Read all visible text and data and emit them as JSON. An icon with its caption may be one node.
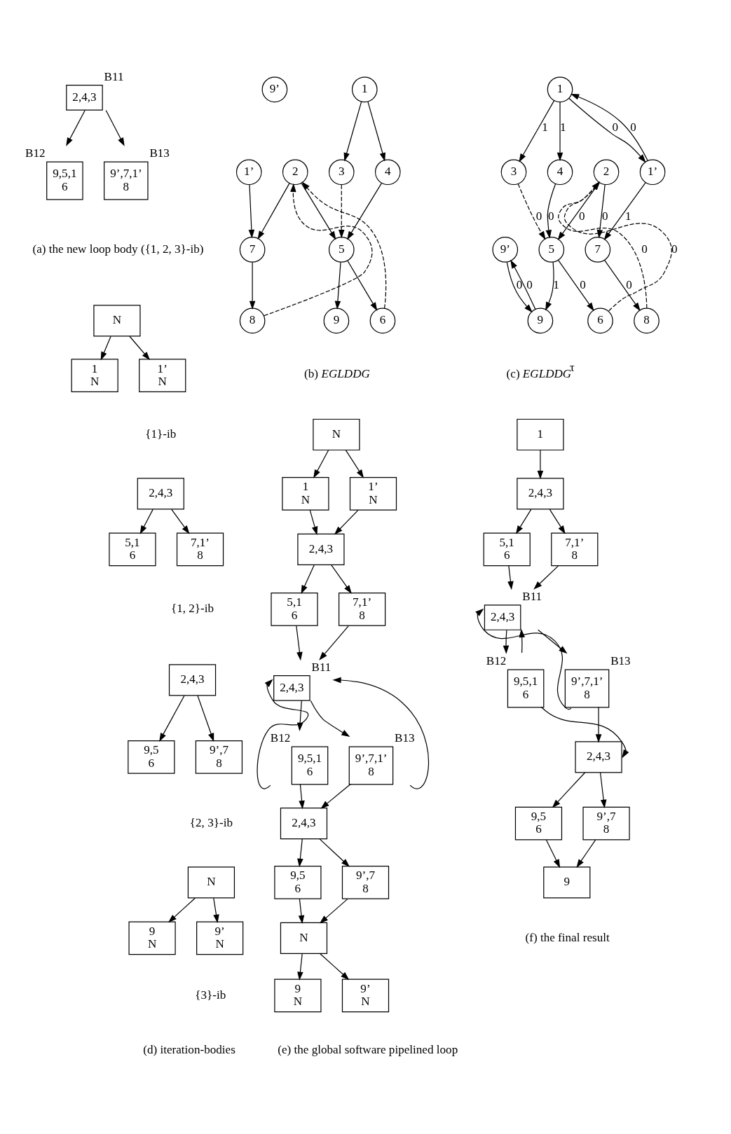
{
  "diagram": {
    "nodes": [
      {
        "text": [
          "2,4,3"
        ],
        "beside": [
          "B11"
        ]
      },
      {
        "text": [
          "9,5,1",
          "6"
        ],
        "beside": [
          "B12"
        ]
      },
      {
        "text": [
          "9’,7,1’",
          "8"
        ],
        "beside": [
          "B13"
        ]
      },
      {
        "text": [
          "N"
        ]
      },
      {
        "text": [
          "1",
          "N"
        ]
      },
      {
        "text": [
          "1’",
          "N"
        ]
      },
      {
        "text": [
          "2,4,3"
        ]
      },
      {
        "text": [
          "5,1",
          "6"
        ]
      },
      {
        "text": [
          "7,1’",
          "8"
        ]
      },
      {
        "text": [
          "2,4,3"
        ]
      },
      {
        "text": [
          "9,5",
          "6"
        ]
      },
      {
        "text": [
          "9’,7",
          "8"
        ]
      },
      {
        "text": [
          "N"
        ]
      },
      {
        "text": [
          "9",
          "N"
        ]
      },
      {
        "text": [
          "9’",
          "N"
        ]
      },
      {
        "text": [
          "1"
        ]
      },
      {
        "text": [
          "1’"
        ]
      },
      {
        "text": [
          "3"
        ]
      },
      {
        "text": [
          "2"
        ]
      },
      {
        "text": [
          "4"
        ]
      },
      {
        "text": [
          "7"
        ]
      },
      {
        "text": [
          "5"
        ]
      },
      {
        "text": [
          "9’"
        ]
      },
      {
        "text": [
          "8"
        ]
      },
      {
        "text": [
          "6"
        ]
      },
      {
        "text": [
          "9"
        ]
      },
      {
        "text": [
          "1"
        ]
      },
      {
        "text": [
          "1’"
        ]
      },
      {
        "text": [
          "3"
        ]
      },
      {
        "text": [
          "2"
        ]
      },
      {
        "text": [
          "4"
        ]
      },
      {
        "text": [
          "7"
        ]
      },
      {
        "text": [
          "5"
        ]
      },
      {
        "text": [
          "9’"
        ]
      },
      {
        "text": [
          "8"
        ]
      },
      {
        "text": [
          "6"
        ]
      },
      {
        "text": [
          "9"
        ]
      },
      {
        "text": [
          "N"
        ]
      },
      {
        "text": [
          "1",
          "N"
        ]
      },
      {
        "text": [
          "1’",
          "N"
        ]
      },
      {
        "text": [
          "2,4,3"
        ]
      },
      {
        "text": [
          "5,1",
          "6"
        ]
      },
      {
        "text": [
          "7,1’",
          "8"
        ]
      },
      {
        "text": [
          "2,4,3"
        ],
        "beside": [
          "B11"
        ]
      },
      {
        "text": [
          "9,5,1",
          "6"
        ],
        "beside": [
          "B12"
        ]
      },
      {
        "text": [
          "9’,7,1’",
          "8"
        ],
        "beside": [
          "B13"
        ]
      },
      {
        "text": [
          "2,4,3"
        ]
      },
      {
        "text": [
          "9,5",
          "6"
        ]
      },
      {
        "text": [
          "9’,7",
          "8"
        ]
      },
      {
        "text": [
          "N"
        ]
      },
      {
        "text": [
          "9",
          "N"
        ]
      },
      {
        "text": [
          "9’",
          "N"
        ]
      },
      {
        "text": [
          "1"
        ]
      },
      {
        "text": [
          "2,4,3"
        ]
      },
      {
        "text": [
          "5,1",
          "6"
        ]
      },
      {
        "text": [
          "7,1’",
          "8"
        ]
      },
      {
        "text": [
          "2,4,3"
        ],
        "beside": [
          "B11"
        ]
      },
      {
        "text": [
          "9,5,1",
          "6"
        ],
        "beside": [
          "B12"
        ]
      },
      {
        "text": [
          "9’,7,1’",
          "8"
        ],
        "beside": [
          "B13"
        ]
      },
      {
        "text": [
          "2,4,3"
        ]
      },
      {
        "text": [
          "9,5",
          "6"
        ]
      },
      {
        "text": [
          "9’,7",
          "8"
        ]
      },
      {
        "text": [
          "9"
        ]
      }
    ],
    "edges": [
      {
        "from": 0,
        "to": 1,
        "arrow": "to"
      },
      {
        "from": 0,
        "to": 2,
        "arrow": "to"
      },
      {
        "from": 3,
        "to": 4,
        "arrow": "to"
      },
      {
        "from": 3,
        "to": 5,
        "arrow": "to"
      },
      {
        "from": 6,
        "to": 7,
        "arrow": "to"
      },
      {
        "from": 6,
        "to": 8,
        "arrow": "to"
      },
      {
        "from": 9,
        "to": 10,
        "arrow": "to"
      },
      {
        "from": 9,
        "to": 11,
        "arrow": "to"
      },
      {
        "from": 12,
        "to": 13,
        "arrow": "to"
      },
      {
        "from": 12,
        "to": 14,
        "arrow": "to"
      },
      {
        "from": 15,
        "to": 17,
        "arrow": "to"
      },
      {
        "from": 15,
        "to": 19,
        "arrow": "to"
      },
      {
        "from": 16,
        "to": 20,
        "arrow": "to"
      },
      {
        "from": 17,
        "to": 21,
        "arrow": "to",
        "style": "dashed"
      },
      {
        "from": 18,
        "to": 21,
        "arrow": "to"
      },
      {
        "from": 18,
        "to": 20,
        "arrow": "to"
      },
      {
        "from": 23,
        "to": 18,
        "arrow": "to",
        "style": "dashed"
      },
      {
        "from": 24,
        "to": 18,
        "arrow": "to",
        "style": "dashed"
      },
      {
        "from": 19,
        "to": 21,
        "arrow": "to"
      },
      {
        "from": 21,
        "to": 24,
        "arrow": "to"
      },
      {
        "from": 21,
        "to": 25,
        "arrow": "to"
      },
      {
        "from": 20,
        "to": 23,
        "arrow": "to"
      },
      {
        "from": 26,
        "to": 27,
        "arrow": "to",
        "label": "0"
      },
      {
        "from": 27,
        "to": 26,
        "arrow": "to",
        "label": "0"
      },
      {
        "from": 26,
        "to": 28,
        "arrow": "to",
        "label": "1"
      },
      {
        "from": 26,
        "to": 30,
        "arrow": "to",
        "label": "1"
      },
      {
        "from": 27,
        "to": 31,
        "arrow": "to",
        "label": "1"
      },
      {
        "from": 28,
        "to": 32,
        "arrow": "to",
        "label": "0",
        "style": "dashed"
      },
      {
        "from": 29,
        "to": 32,
        "arrow": "to",
        "label": "0"
      },
      {
        "from": 29,
        "to": 31,
        "arrow": "to",
        "label": "0"
      },
      {
        "from": 35,
        "to": 29,
        "arrow": "to",
        "label": "0",
        "style": "dashed"
      },
      {
        "from": 34,
        "to": 29,
        "arrow": "to",
        "label": "0",
        "style": "dashed"
      },
      {
        "from": 30,
        "to": 32,
        "arrow": "to",
        "label": "0"
      },
      {
        "from": 32,
        "to": 35,
        "arrow": "to",
        "label": "0"
      },
      {
        "from": 32,
        "to": 36,
        "arrow": "to",
        "label": "1"
      },
      {
        "from": 31,
        "to": 34,
        "arrow": "to",
        "label": "0"
      },
      {
        "from": 33,
        "to": 36,
        "arrow": "to",
        "label": "0"
      },
      {
        "from": 36,
        "to": 33,
        "arrow": "to",
        "label": "0"
      },
      {
        "from": 37,
        "to": 38,
        "arrow": "to"
      },
      {
        "from": 37,
        "to": 39,
        "arrow": "to"
      },
      {
        "from": 38,
        "to": 40,
        "arrow": "to"
      },
      {
        "from": 39,
        "to": 40,
        "arrow": "to"
      },
      {
        "from": 40,
        "to": 41,
        "arrow": "to"
      },
      {
        "from": 40,
        "to": 42,
        "arrow": "to"
      },
      {
        "from": 41,
        "to": 43,
        "arrow": "to"
      },
      {
        "from": 42,
        "to": 43,
        "arrow": "to"
      },
      {
        "from": 43,
        "to": 44,
        "arrow": "to"
      },
      {
        "from": 43,
        "to": 45,
        "arrow": "to"
      },
      {
        "from": 44,
        "to": 43,
        "arrow": "to"
      },
      {
        "from": 45,
        "to": 43,
        "arrow": "to"
      },
      {
        "from": 44,
        "to": 46,
        "arrow": "to"
      },
      {
        "from": 45,
        "to": 46,
        "arrow": "to"
      },
      {
        "from": 46,
        "to": 47,
        "arrow": "to"
      },
      {
        "from": 46,
        "to": 48,
        "arrow": "to"
      },
      {
        "from": 47,
        "to": 49,
        "arrow": "to"
      },
      {
        "from": 48,
        "to": 49,
        "arrow": "to"
      },
      {
        "from": 49,
        "to": 50,
        "arrow": "to"
      },
      {
        "from": 49,
        "to": 51,
        "arrow": "to"
      },
      {
        "from": 52,
        "to": 53,
        "arrow": "to"
      },
      {
        "from": 53,
        "to": 54,
        "arrow": "to"
      },
      {
        "from": 53,
        "to": 55,
        "arrow": "to"
      },
      {
        "from": 54,
        "to": 56,
        "arrow": "to"
      },
      {
        "from": 55,
        "to": 56,
        "arrow": "to"
      },
      {
        "from": 56,
        "to": 57,
        "arrow": "to"
      },
      {
        "from": 56,
        "to": 58,
        "arrow": "to"
      },
      {
        "from": 57,
        "to": 56,
        "arrow": "to"
      },
      {
        "from": 58,
        "to": 56,
        "arrow": "to"
      },
      {
        "from": 57,
        "to": 59,
        "arrow": "to"
      },
      {
        "from": 58,
        "to": 59,
        "arrow": "to"
      },
      {
        "from": 59,
        "to": 60,
        "arrow": "to"
      },
      {
        "from": 59,
        "to": 61,
        "arrow": "to"
      },
      {
        "from": 60,
        "to": 62,
        "arrow": "to"
      },
      {
        "from": 61,
        "to": 62,
        "arrow": "to"
      }
    ],
    "labels": [
      "(a) the new loop body ({1, 2, 3}-ib)",
      "(b) *EGLDDG*",
      "(c) *EGLDDG*$^{τ}$",
      "{1}-ib",
      "{1, 2}-ib",
      "{2, 3}-ib",
      "{3}-ib",
      "(d) iteration-bodies",
      "(e) the global software pipelined loop",
      "(f) the final result"
    ]
  }
}
